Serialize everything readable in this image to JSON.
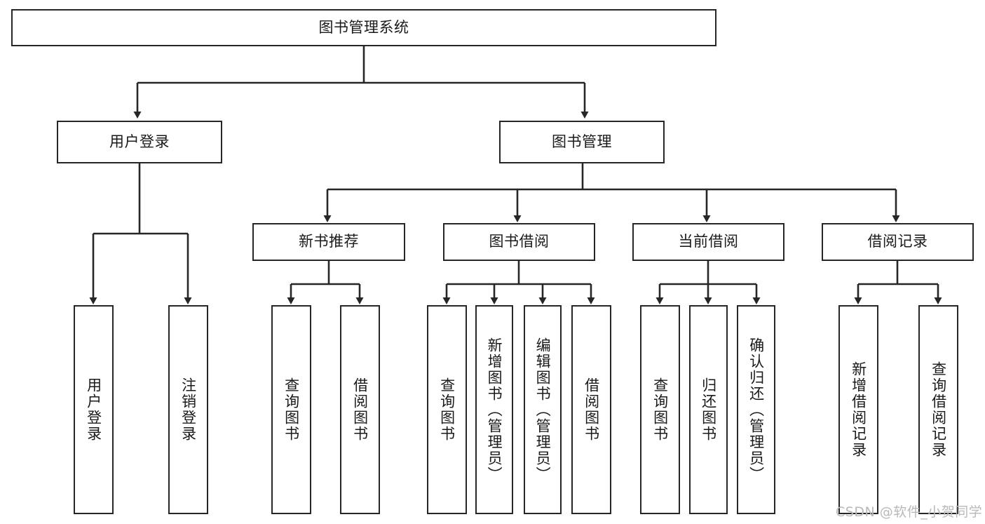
{
  "diagram": {
    "title": "图书管理系统",
    "type": "hierarchy-tree",
    "root": {
      "label": "图书管理系统"
    },
    "level2": [
      {
        "label": "用户登录"
      },
      {
        "label": "图书管理"
      }
    ],
    "level3": [
      {
        "label": "新书推荐",
        "parent": "图书管理"
      },
      {
        "label": "图书借阅",
        "parent": "图书管理"
      },
      {
        "label": "当前借阅",
        "parent": "图书管理"
      },
      {
        "label": "借阅记录",
        "parent": "图书管理"
      }
    ],
    "leaves": {
      "user_login": [
        {
          "label": "用户登录"
        },
        {
          "label": "注销登录"
        }
      ],
      "new_book_recommend": [
        {
          "label": "查询图书"
        },
        {
          "label": "借阅图书"
        }
      ],
      "book_borrow": [
        {
          "label": "查询图书"
        },
        {
          "label": "新增图书（管理员）"
        },
        {
          "label": "编辑图书（管理员）"
        },
        {
          "label": "借阅图书"
        }
      ],
      "current_borrow": [
        {
          "label": "查询图书"
        },
        {
          "label": "归还图书"
        },
        {
          "label": "确认归还（管理员）"
        }
      ],
      "borrow_record": [
        {
          "label": "新增借阅记录"
        },
        {
          "label": "查询借阅记录"
        }
      ]
    }
  },
  "watermark": {
    "text": "CSDN @软件_小贺同学"
  },
  "colors": {
    "stroke": "#262626",
    "text": "#1a1a1a",
    "background": "#ffffff",
    "watermark": "#b9b9b9"
  }
}
